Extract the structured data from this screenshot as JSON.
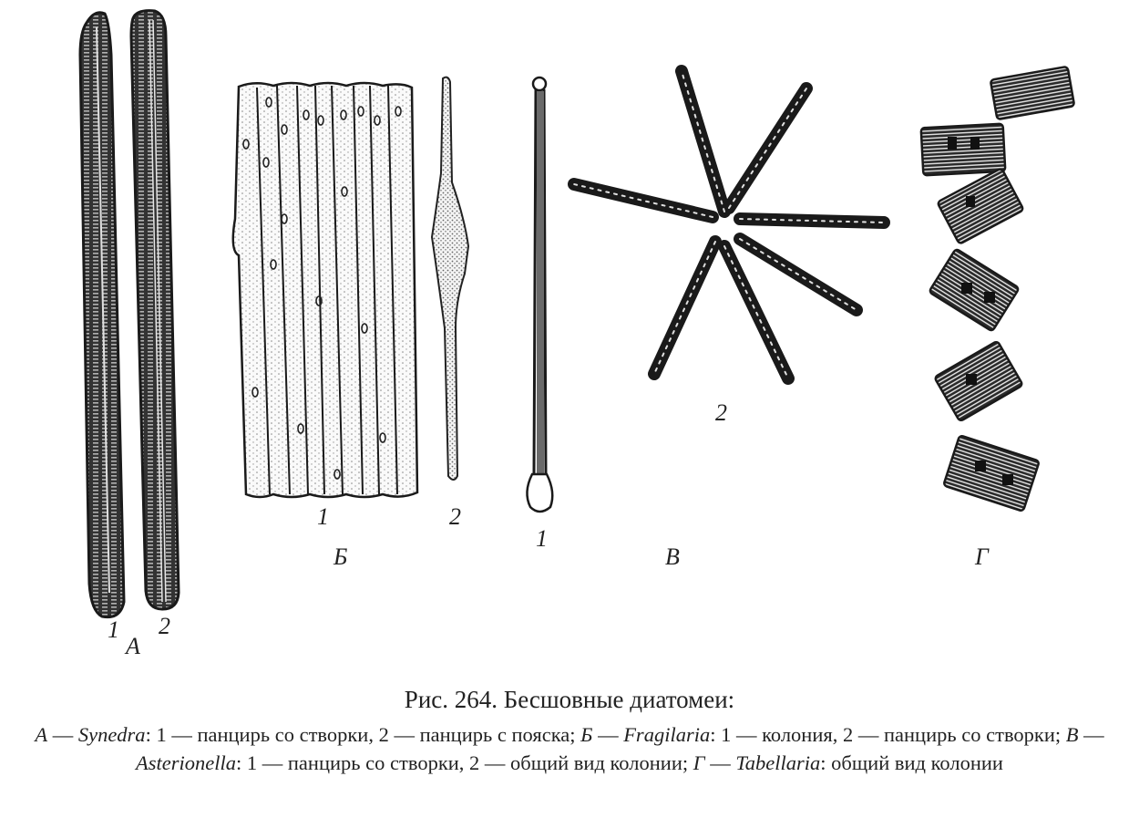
{
  "figure": {
    "panels": [
      {
        "letter": "А",
        "genus": "Synedra",
        "parts": [
          {
            "num": "1",
            "desc": "панцирь со створки"
          },
          {
            "num": "2",
            "desc": "панцирь с пояска"
          }
        ]
      },
      {
        "letter": "Б",
        "genus": "Fragilaria",
        "parts": [
          {
            "num": "1",
            "desc": "колония"
          },
          {
            "num": "2",
            "desc": "панцирь со створки"
          }
        ]
      },
      {
        "letter": "В",
        "genus": "Asterionella",
        "parts": [
          {
            "num": "1",
            "desc": "панцирь со створки"
          },
          {
            "num": "2",
            "desc": "общий вид колонии"
          }
        ]
      },
      {
        "letter": "Г",
        "genus": "Tabellaria",
        "parts": [
          {
            "num": "",
            "desc": "общий вид колонии"
          }
        ]
      }
    ],
    "labels": {
      "a1": "1",
      "a2": "2",
      "a": "А",
      "b1": "1",
      "b2": "2",
      "b": "Б",
      "v1": "1",
      "v2": "2",
      "v": "В",
      "g": "Г"
    }
  },
  "caption": {
    "title": "Рис. 264. Бесшовные диатомеи:",
    "a_letter": "А",
    "a_genus": "Synedra",
    "a_text": ": 1 — панцирь со створки, 2 — панцирь с пояска; ",
    "b_letter": "Б",
    "b_genus": "Fragilaria",
    "b_text": ": 1 — колония, 2 — панцирь со створки; ",
    "v_letter": "В",
    "v_genus": "Asterionella",
    "v_text": ": 1 — панцирь со створки, 2 — общий вид колонии; ",
    "g_letter": "Г",
    "g_genus": "Tabellaria",
    "g_text": ": общий вид колонии"
  }
}
